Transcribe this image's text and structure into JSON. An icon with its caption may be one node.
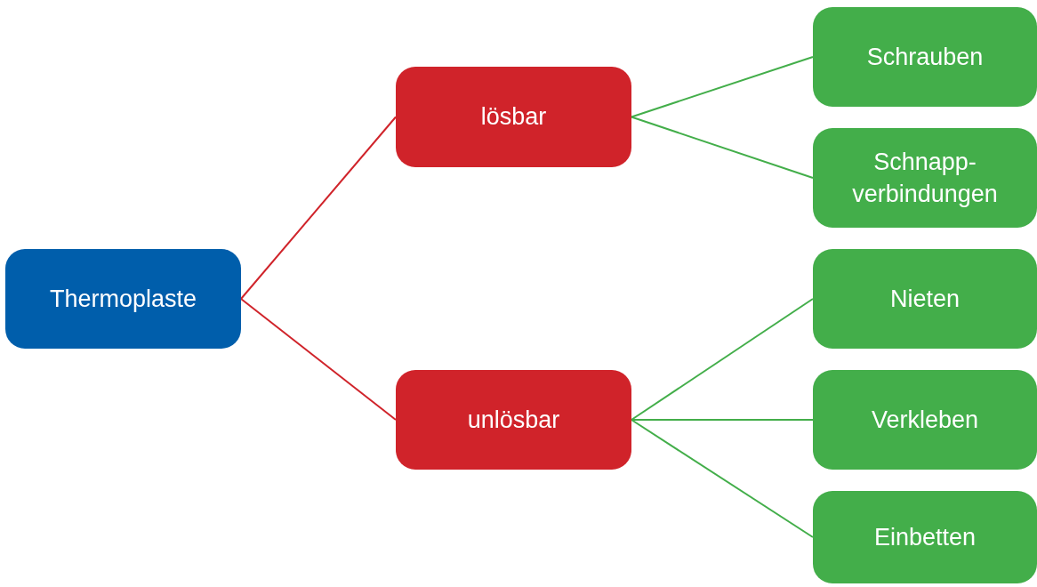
{
  "diagram": {
    "nodes": [
      {
        "text": [
          "Thermoplaste"
        ]
      },
      {
        "text": [
          "lösbar"
        ]
      },
      {
        "text": [
          "unlösbar"
        ]
      },
      {
        "text": [
          "Schrauben"
        ]
      },
      {
        "text": [
          "Schnapp- verbindungen"
        ]
      },
      {
        "text": [
          "Nieten"
        ]
      },
      {
        "text": [
          "Verkleben"
        ]
      },
      {
        "text": [
          "Einbetten"
        ]
      }
    ],
    "edges": [
      {
        "from": 0,
        "to": 1,
        "arrow": "none",
        "color": "#d0232a"
      },
      {
        "from": 0,
        "to": 2,
        "arrow": "none",
        "color": "#d0232a"
      },
      {
        "from": 1,
        "to": 3,
        "arrow": "none"
      },
      {
        "from": 1,
        "to": 4,
        "arrow": "none"
      },
      {
        "from": 2,
        "to": 5,
        "arrow": "none"
      },
      {
        "from": 2,
        "to": 6,
        "arrow": "none"
      },
      {
        "from": 2,
        "to": 7,
        "arrow": "none"
      }
    ]
  }
}
